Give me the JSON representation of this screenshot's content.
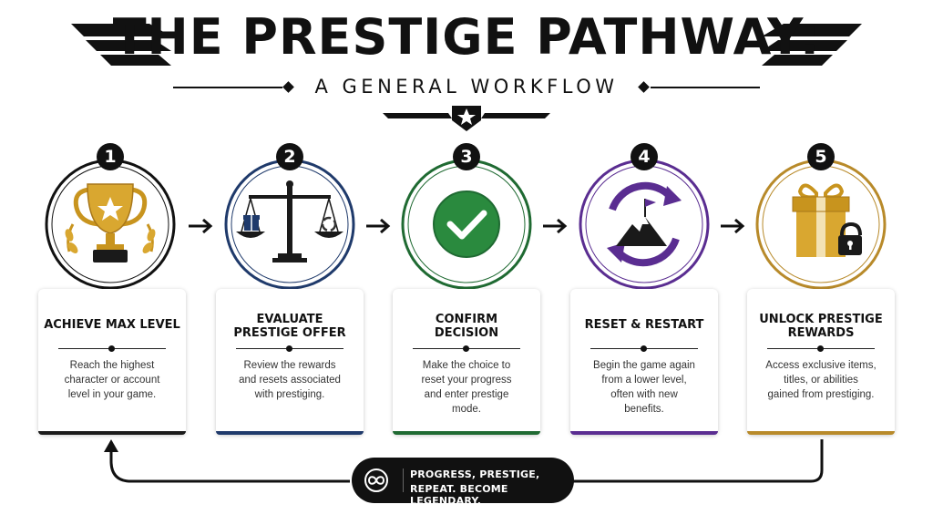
{
  "header": {
    "title": "THE PRESTIGE PATHWAY:",
    "subtitle": "A GENERAL WORKFLOW"
  },
  "colors": {
    "step1": "#1a1a1a",
    "step2": "#1f3a6b",
    "step3": "#1f6a32",
    "step4": "#5a2d91",
    "step5": "#b88a2a",
    "gold": "#d9a730"
  },
  "steps": [
    {
      "number": "1",
      "icon": "trophy-icon",
      "title": "ACHIEVE MAX LEVEL",
      "title_lines": [
        "ACHIEVE MAX LEVEL"
      ],
      "description": [
        "Reach the highest",
        "character or account",
        "level in your game."
      ]
    },
    {
      "number": "2",
      "icon": "scale-icon",
      "title": "EVALUATE PRESTIGE OFFER",
      "title_lines": [
        "EVALUATE",
        "PRESTIGE OFFER"
      ],
      "description": [
        "Review the rewards",
        "and resets associated",
        "with prestiging."
      ]
    },
    {
      "number": "3",
      "icon": "checkmark-icon",
      "title": "CONFIRM DECISION",
      "title_lines": [
        "CONFIRM",
        "DECISION"
      ],
      "description": [
        "Make the choice to",
        "reset your progress",
        "and enter prestige",
        "mode."
      ]
    },
    {
      "number": "4",
      "icon": "mountain-cycle-icon",
      "title": "RESET & RESTART",
      "title_lines": [
        "RESET & RESTART"
      ],
      "description": [
        "Begin the game again",
        "from a lower level,",
        "often with new",
        "benefits."
      ]
    },
    {
      "number": "5",
      "icon": "gift-lock-icon",
      "title": "UNLOCK PRESTIGE REWARDS",
      "title_lines": [
        "UNLOCK PRESTIGE",
        "REWARDS"
      ],
      "description": [
        "Access exclusive items,",
        "titles, or abilities",
        "gained from prestiging."
      ]
    }
  ],
  "banner": {
    "line1": "PROGRESS, PRESTIGE,",
    "line2": "REPEAT. BECOME LEGENDARY.",
    "icon": "infinity-loop-icon"
  }
}
